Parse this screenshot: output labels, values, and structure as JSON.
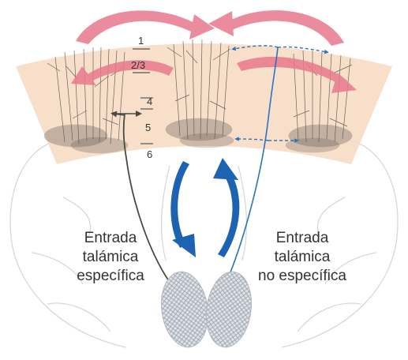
{
  "layers": [
    "1",
    "2/3",
    "4",
    "5",
    "6"
  ],
  "labels": {
    "left": [
      "Entrada",
      "talámica",
      "específica"
    ],
    "right": [
      "Entrada",
      "talámica",
      "no específica"
    ]
  },
  "colors": {
    "cortex_band": "#f7dcc4",
    "intracortical_arrows": "#e8798e",
    "thalamocortical_loop": "#1c63b1",
    "nonspecific_fibers": "#2c73bd",
    "specific_fiber": "#4a4a40",
    "brain_outline": "#d6d6d6",
    "thalamus": "#c9ced6"
  }
}
